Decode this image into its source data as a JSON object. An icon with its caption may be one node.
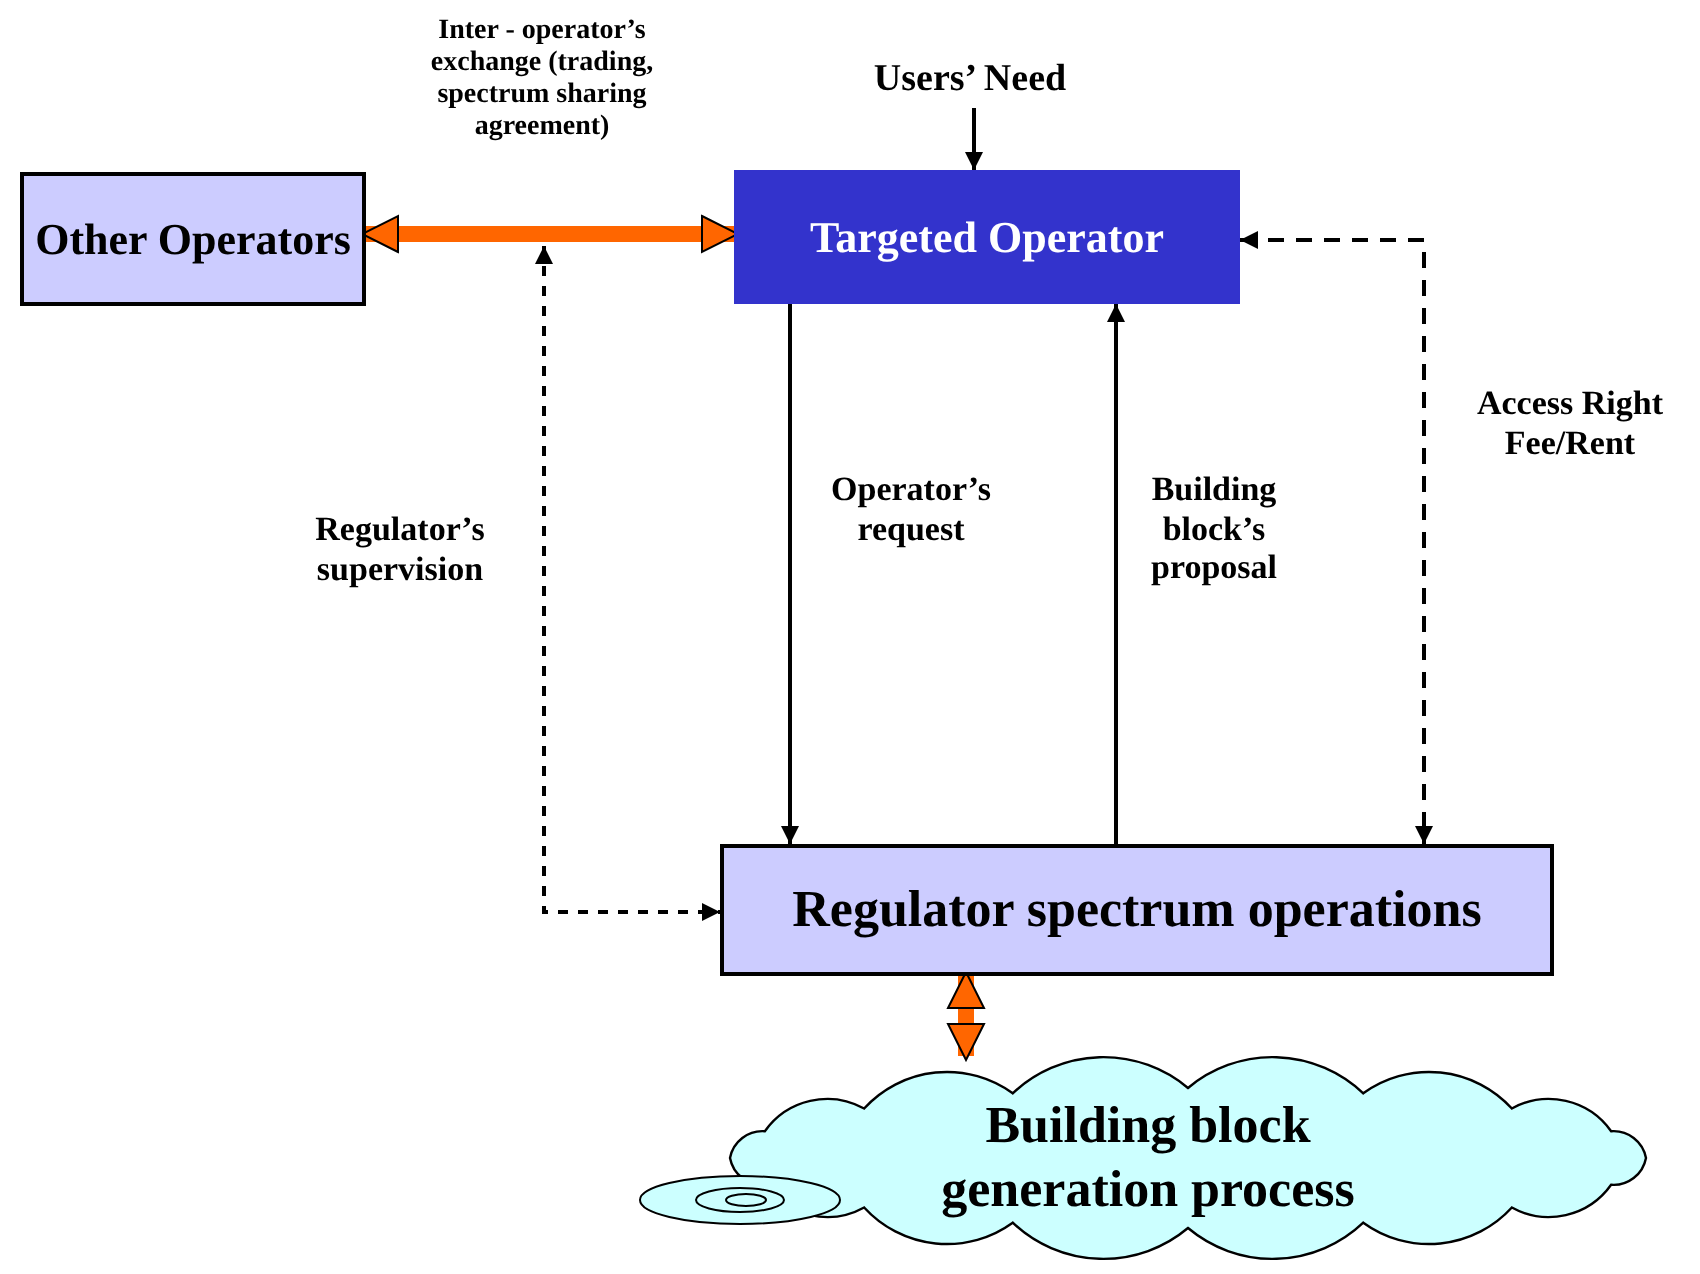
{
  "diagram": {
    "nodes": [
      {
        "text": [
          "Other Operators"
        ]
      },
      {
        "text": [
          "Users’ Need"
        ]
      },
      {
        "text": [
          "Targeted Operator"
        ]
      },
      {
        "text": [
          "Regulator spectrum operations"
        ]
      },
      {
        "text": [
          "Building block generation process"
        ]
      }
    ],
    "edges": [
      {
        "from": 1,
        "to": 2,
        "arrow": "to"
      },
      {
        "from": 0,
        "to": 2,
        "arrow": "both",
        "label": "Inter - operator’s exchange (trading, spectrum sharing agreement)",
        "style": "thick",
        "color": "#ff6600"
      },
      {
        "from": null,
        "to": 3,
        "arrow": "both",
        "label": "Regulator’s supervision",
        "style": "dashed"
      },
      {
        "from": 2,
        "to": 3,
        "arrow": "to",
        "label": "Operator’s request"
      },
      {
        "from": 3,
        "to": 2,
        "arrow": "to",
        "label": "Building block’s proposal"
      },
      {
        "from": 2,
        "to": 3,
        "arrow": "both",
        "label": "Access Right Fee/Rent",
        "style": "dashed"
      },
      {
        "from": 3,
        "to": 4,
        "arrow": "both",
        "style": "thick",
        "color": "#ff6600"
      }
    ]
  }
}
